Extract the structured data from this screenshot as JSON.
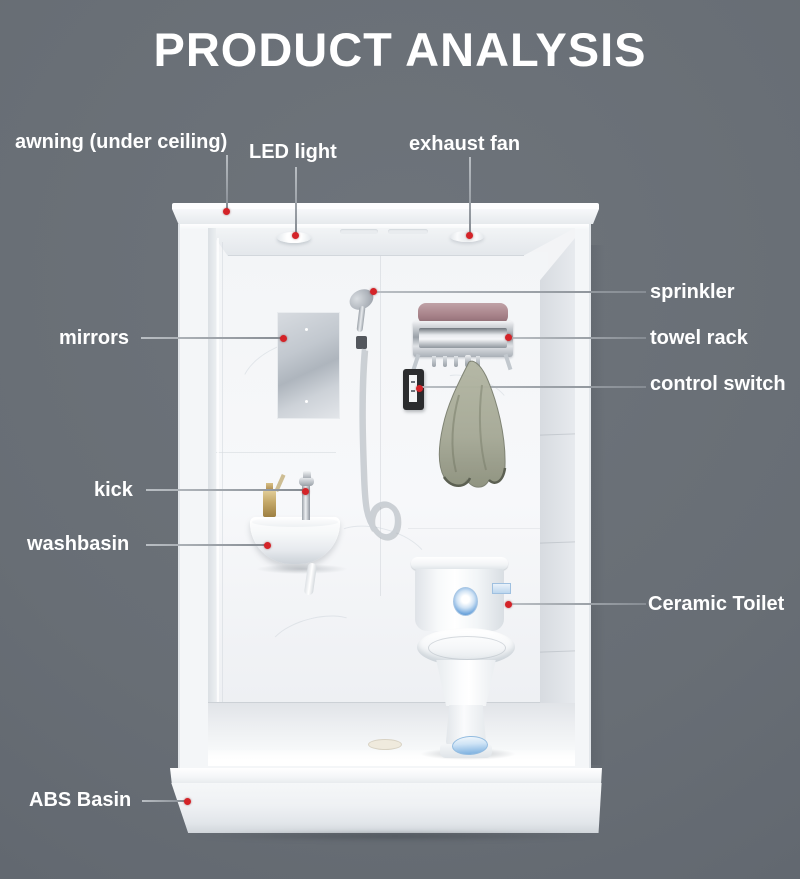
{
  "title": "PRODUCT ANALYSIS",
  "labels": {
    "awning": "awning (under ceiling)",
    "led_light": "LED light",
    "exhaust_fan": "exhaust fan",
    "sprinkler": "sprinkler",
    "towel_rack": "towel rack",
    "control_switch": "control switch",
    "mirrors": "mirrors",
    "kick": "kick",
    "washbasin": "washbasin",
    "ceramic_toilet": "Ceramic Toilet",
    "abs_basin": "ABS Basin"
  },
  "colors": {
    "background": "#6a7077",
    "label_text": "#ffffff",
    "callout_line": "#9aa0a6",
    "marker_dot": "#d42328",
    "towel_folded": "#a9848b",
    "towel_hanging": "#a6a996",
    "switch_body": "#2b2c2e",
    "sticker_blue": "#6fa6dd"
  }
}
